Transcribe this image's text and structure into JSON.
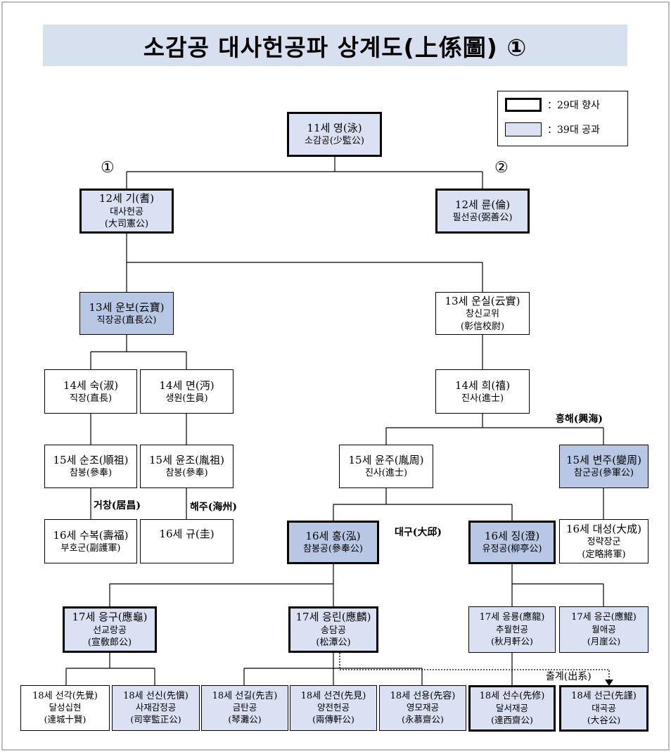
{
  "title": "소감공 대사헌공파 상계도(上係圖) ①",
  "legend": {
    "thick_label": "29대 향사",
    "blue_label": "39대 공과",
    "separator": "："
  },
  "colors": {
    "title_bg": "#d7e0ef",
    "blue_node": "#d9e1f2",
    "blue_node_dark": "#b8c7e4"
  },
  "branch_marks": {
    "one": "①",
    "two": "②"
  },
  "nodes": {
    "n11": {
      "l1": "11세 영(泳)",
      "l2": "소감공(少監公)"
    },
    "n12a": {
      "l1": "12세 기(耆)",
      "l2": "대사헌공",
      "l3": "(大司憲公)"
    },
    "n12b": {
      "l1": "12세 륜(倫)",
      "l2": "필선공(弼善公)"
    },
    "n13a": {
      "l1": "13세 운보(云寶)",
      "l2": "직장공(直長公)"
    },
    "n13b": {
      "l1": "13세 운실(云實)",
      "l2": "창신교위",
      "l3": "(彰信校尉)"
    },
    "n14a": {
      "l1": "14세 숙(淑)",
      "l2": "직장(直長)"
    },
    "n14b": {
      "l1": "14세 면(沔)",
      "l2": "생원(生員)"
    },
    "n14c": {
      "l1": "14세 희(禧)",
      "l2": "진사(進士)"
    },
    "n15a": {
      "l1": "15세 순조(順祖)",
      "l2": "참봉(參奉)"
    },
    "n15b": {
      "l1": "15세 윤조(胤祖)",
      "l2": "참봉(參奉)"
    },
    "n15c": {
      "l1": "15세 윤주(胤周)",
      "l2": "진사(進士)"
    },
    "n15d": {
      "l1": "15세 변주(變周)",
      "l2": "참군공(參軍公)"
    },
    "n16a": {
      "l1": "16세 수복(壽福)",
      "l2": "부호군(副護軍)"
    },
    "n16b": {
      "l1": "16세 규(圭)"
    },
    "n16c": {
      "l1": "16세 홍(泓)",
      "l2": "참봉공(參奉公)"
    },
    "n16d": {
      "l1": "16세 징(澄)",
      "l2": "유정공(柳亭公)"
    },
    "n16e": {
      "l1": "16세 대성(大成)",
      "l2": "정략장군",
      "l3": "(定略將軍)"
    },
    "n17a": {
      "l1": "17세 응구(應龜)",
      "l2": "선교랑공",
      "l3": "(宣敎郎公)"
    },
    "n17b": {
      "l1": "17세 응린(應麟)",
      "l2": "송담공",
      "l3": "(松潭公)"
    },
    "n17c": {
      "l1": "17세 응룡(應龍)",
      "l2": "추월헌공",
      "l3": "(秋月軒公)"
    },
    "n17d": {
      "l1": "17세 응곤(應鯤)",
      "l2": "월애공",
      "l3": "(月崖公)"
    },
    "n18a": {
      "l1": "18세 선각(先覺)",
      "l2": "달성십현",
      "l3": "(達城十賢)"
    },
    "n18b": {
      "l1": "18세 선신(先愼)",
      "l2": "사재감정공",
      "l3": "(司宰監正公)"
    },
    "n18c": {
      "l1": "18세 선길(先吉)",
      "l2": "금탄공",
      "l3": "(琴灘公)"
    },
    "n18d": {
      "l1": "18세 선견(先見)",
      "l2": "양전헌공",
      "l3": "(兩傳軒公)"
    },
    "n18e": {
      "l1": "18세 선용(先容)",
      "l2": "영모재공",
      "l3": "(永慕齋公)"
    },
    "n18f": {
      "l1": "18세 선수(先修)",
      "l2": "달서재공",
      "l3": "(達西齋公)"
    },
    "n18g": {
      "l1": "18세 선근(先謹)",
      "l2": "대곡공",
      "l3": "(大谷公)"
    }
  },
  "place_tags": {
    "heunghae": "흥해(興海)",
    "geochang": "거창(居昌)",
    "haeju": "해주(海州)",
    "daegu": "대구(大邱)",
    "chulgye": "출계(出系)"
  }
}
